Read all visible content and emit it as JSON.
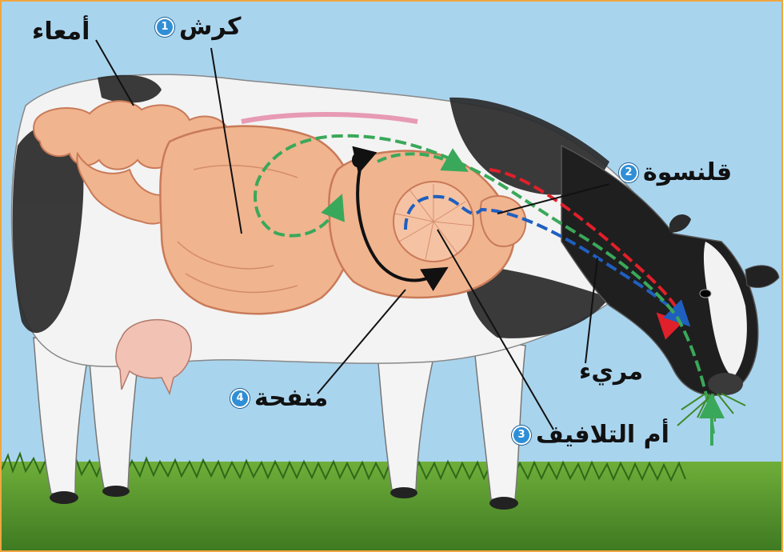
{
  "labels": {
    "intestines": {
      "text": "أمعاء"
    },
    "rumen": {
      "text": "كرش",
      "number": "1"
    },
    "reticulum": {
      "text": "قلنسوة",
      "number": "2"
    },
    "esophagus": {
      "text": "مريء"
    },
    "omasum": {
      "text": "أم التلافيف",
      "number": "3"
    },
    "abomasum": {
      "text": "منفحة",
      "number": "4"
    }
  },
  "colors": {
    "frame": "#f0a640",
    "sky": "#a9d4ee",
    "grass": "#4f8d2a",
    "organ": "#f0b48f",
    "organ_outline": "#c97a58",
    "green_path": "#3aa85a",
    "red_path": "#e0202a",
    "blue_path": "#1f5fbf",
    "black_path": "#111111",
    "badge": "#2f8fd6"
  }
}
